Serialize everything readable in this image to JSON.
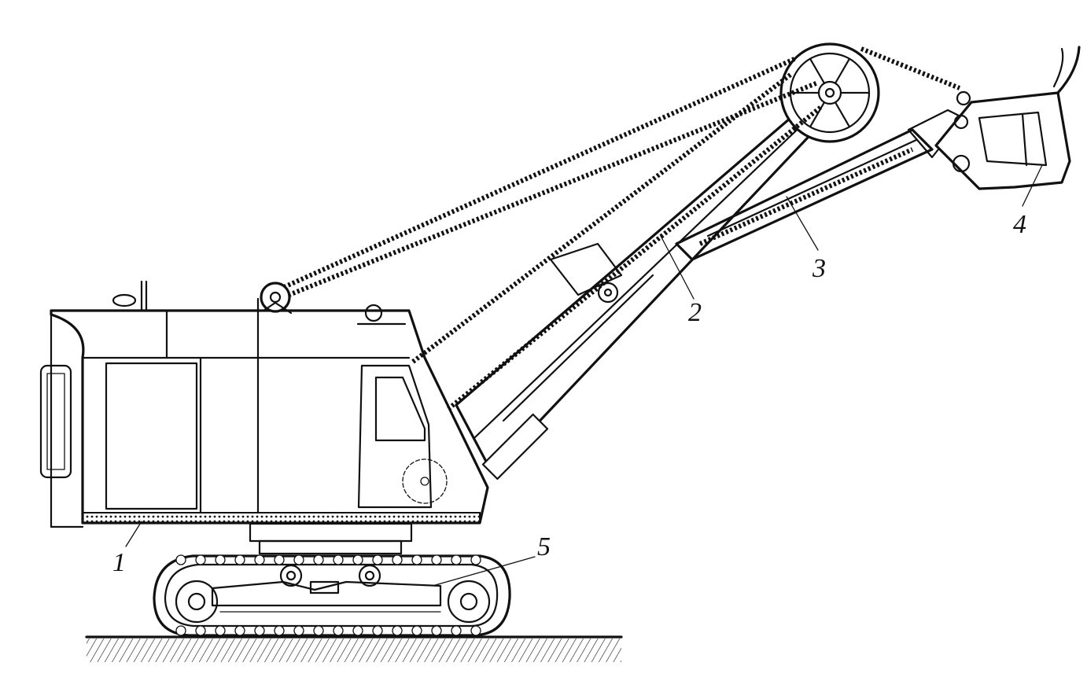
{
  "labels": [
    {
      "id": "1",
      "text": "1",
      "part": "turntable-base"
    },
    {
      "id": "2",
      "text": "2",
      "part": "boom"
    },
    {
      "id": "3",
      "text": "3",
      "part": "dipper-stick"
    },
    {
      "id": "4",
      "text": "4",
      "part": "dipper-bucket"
    },
    {
      "id": "5",
      "text": "5",
      "part": "crawler-undercarriage"
    }
  ],
  "colors": {
    "ink": "#111111",
    "paper": "#ffffff"
  }
}
